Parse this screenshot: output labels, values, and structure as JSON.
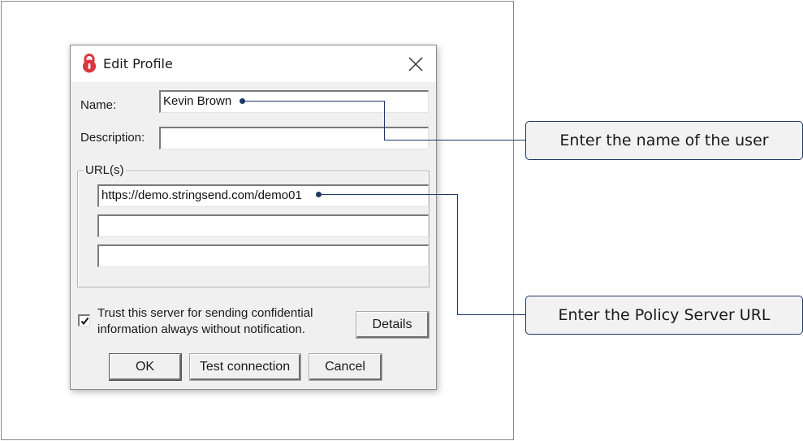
{
  "dialog": {
    "title": "Edit Profile",
    "icon": "lock-icon",
    "close_icon": "close-icon",
    "fields": {
      "name_label": "Name:",
      "name_value": "Kevin Brown",
      "description_label": "Description:",
      "description_value": ""
    },
    "urls": {
      "group_label": "URL(s)",
      "values": [
        "https://demo.stringsend.com/demo01",
        "",
        ""
      ]
    },
    "trust": {
      "checked": true,
      "label_line1": "Trust this server for sending confidential",
      "label_line2": "information always without notification."
    },
    "buttons": {
      "details": "Details",
      "ok": "OK",
      "test_connection": "Test connection",
      "cancel": "Cancel"
    }
  },
  "callouts": [
    {
      "text": "Enter the name of the user",
      "target": "name-input"
    },
    {
      "text": "Enter the Policy Server URL",
      "target": "url-input-1"
    }
  ],
  "colors": {
    "lock_icon": "#d9363e",
    "callout_border": "#1f3864",
    "connector": "#1f3864",
    "dialog_bg": "#f0f0f0"
  }
}
